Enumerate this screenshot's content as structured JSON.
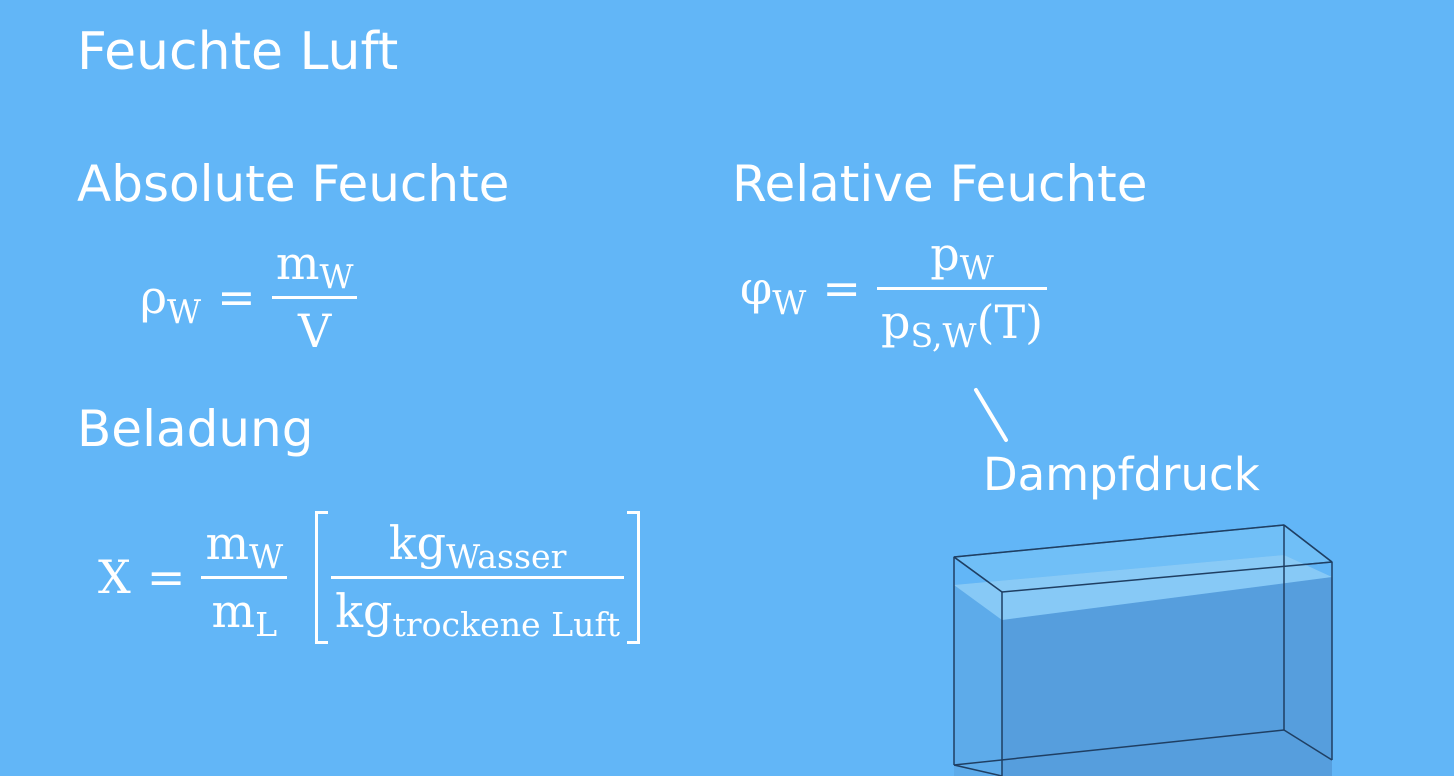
{
  "title": "Feuchte Luft",
  "absolute": {
    "heading": "Absolute Feuchte",
    "lhs": "ρ",
    "lhs_sub": "W",
    "eq": "=",
    "num": "m",
    "num_sub": "W",
    "den": "V"
  },
  "relative": {
    "heading": "Relative Feuchte",
    "lhs": "φ",
    "lhs_sub": "W",
    "eq": "=",
    "num": "p",
    "num_sub": "W",
    "den": "p",
    "den_sub": "S,W",
    "den_arg": "(T)",
    "annotation": "Dampfdruck"
  },
  "beladung": {
    "heading": "Beladung",
    "lhs": "X",
    "eq": "=",
    "num": "m",
    "num_sub": "W",
    "den": "m",
    "den_sub": "L",
    "unit_num": "kg",
    "unit_num_sub": "Wasser",
    "unit_den": "kg",
    "unit_den_sub": "trockene Luft"
  }
}
